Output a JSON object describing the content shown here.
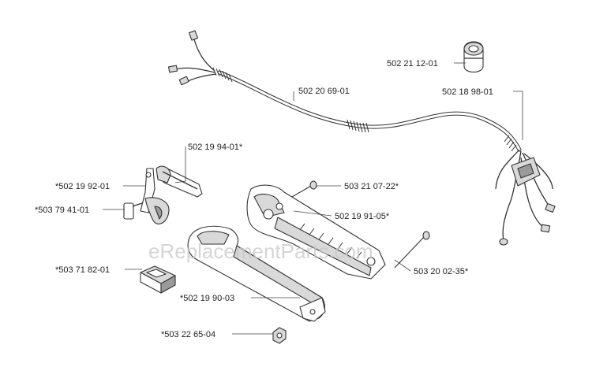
{
  "watermark": "eReplacementParts.com",
  "parts": [
    {
      "id": "p1",
      "label": "502 21 12-01"
    },
    {
      "id": "p2",
      "label": "502 20 69-01"
    },
    {
      "id": "p3",
      "label": "502 18 98-01"
    },
    {
      "id": "p4",
      "label": "502 19 94-01*"
    },
    {
      "id": "p5",
      "label": "*502 19 92-01"
    },
    {
      "id": "p6",
      "label": "503 21 07-22*"
    },
    {
      "id": "p7",
      "label": "*503 79 41-01"
    },
    {
      "id": "p8",
      "label": "502 19 91-05*"
    },
    {
      "id": "p9",
      "label": "*503 71 82-01"
    },
    {
      "id": "p10",
      "label": "503 20 02-35*"
    },
    {
      "id": "p11",
      "label": "*502 19 90-03"
    },
    {
      "id": "p12",
      "label": "*503 22 65-04"
    }
  ]
}
